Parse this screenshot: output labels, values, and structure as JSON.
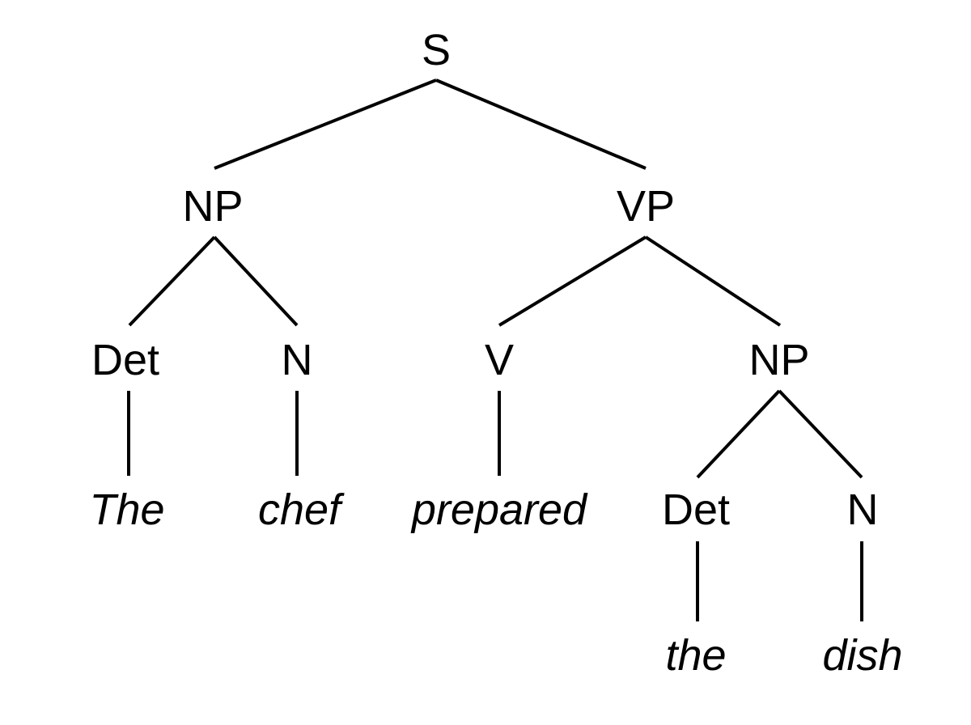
{
  "tree": {
    "nodes": {
      "s": {
        "label": "S"
      },
      "np1": {
        "label": "NP"
      },
      "vp": {
        "label": "VP"
      },
      "det1": {
        "label": "Det"
      },
      "n1": {
        "label": "N"
      },
      "v": {
        "label": "V"
      },
      "np2": {
        "label": "NP"
      },
      "det2": {
        "label": "Det"
      },
      "n2": {
        "label": "N"
      }
    },
    "leaves": {
      "w1": {
        "word": "The"
      },
      "w2": {
        "word": "chef"
      },
      "w3": {
        "word": "prepared"
      },
      "w4": {
        "word": "the"
      },
      "w5": {
        "word": "dish"
      }
    },
    "line_color": "#000000"
  }
}
